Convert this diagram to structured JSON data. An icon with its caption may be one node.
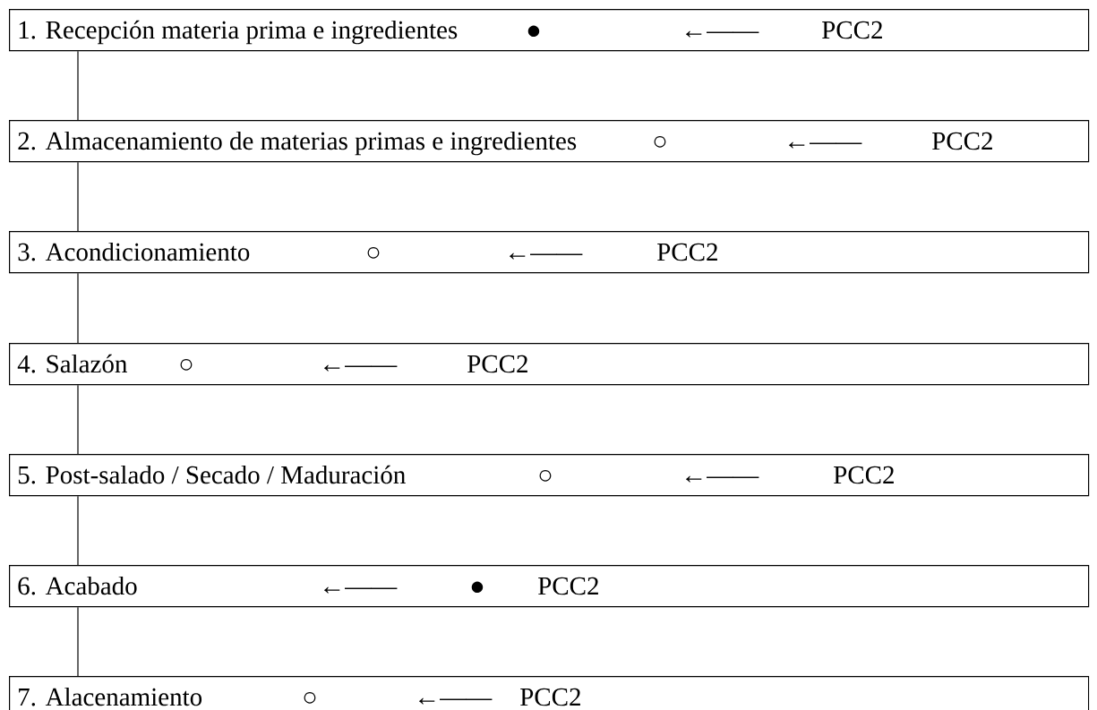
{
  "diagram": {
    "nodes": [
      {
        "text": [
          "1. Recepción materia prima e ingredientes",
          "●",
          "←——",
          "PCC2"
        ]
      },
      {
        "text": [
          "2. Almacenamiento de materias primas e ingredientes",
          "○",
          "←——",
          "PCC2"
        ]
      },
      {
        "text": [
          "3. Acondicionamiento",
          "○",
          "←——",
          "PCC2"
        ]
      },
      {
        "text": [
          "4. Salazón",
          "○",
          "←——",
          "PCC2"
        ]
      },
      {
        "text": [
          "5. Post-salado / Secado / Maduración",
          "○",
          "←——",
          "PCC2"
        ]
      },
      {
        "text": [
          "6. Acabado",
          "←——",
          "●",
          "PCC2"
        ]
      },
      {
        "text": [
          "7. Alacenamiento",
          "○",
          "←——",
          "PCC2"
        ]
      }
    ],
    "edges": [
      {
        "from": 0,
        "to": 1,
        "arrow": "none"
      },
      {
        "from": 1,
        "to": 2,
        "arrow": "none"
      },
      {
        "from": 2,
        "to": 3,
        "arrow": "none"
      },
      {
        "from": 3,
        "to": 4,
        "arrow": "none"
      },
      {
        "from": 4,
        "to": 5,
        "arrow": "none"
      },
      {
        "from": 5,
        "to": 6,
        "arrow": "none"
      }
    ]
  }
}
